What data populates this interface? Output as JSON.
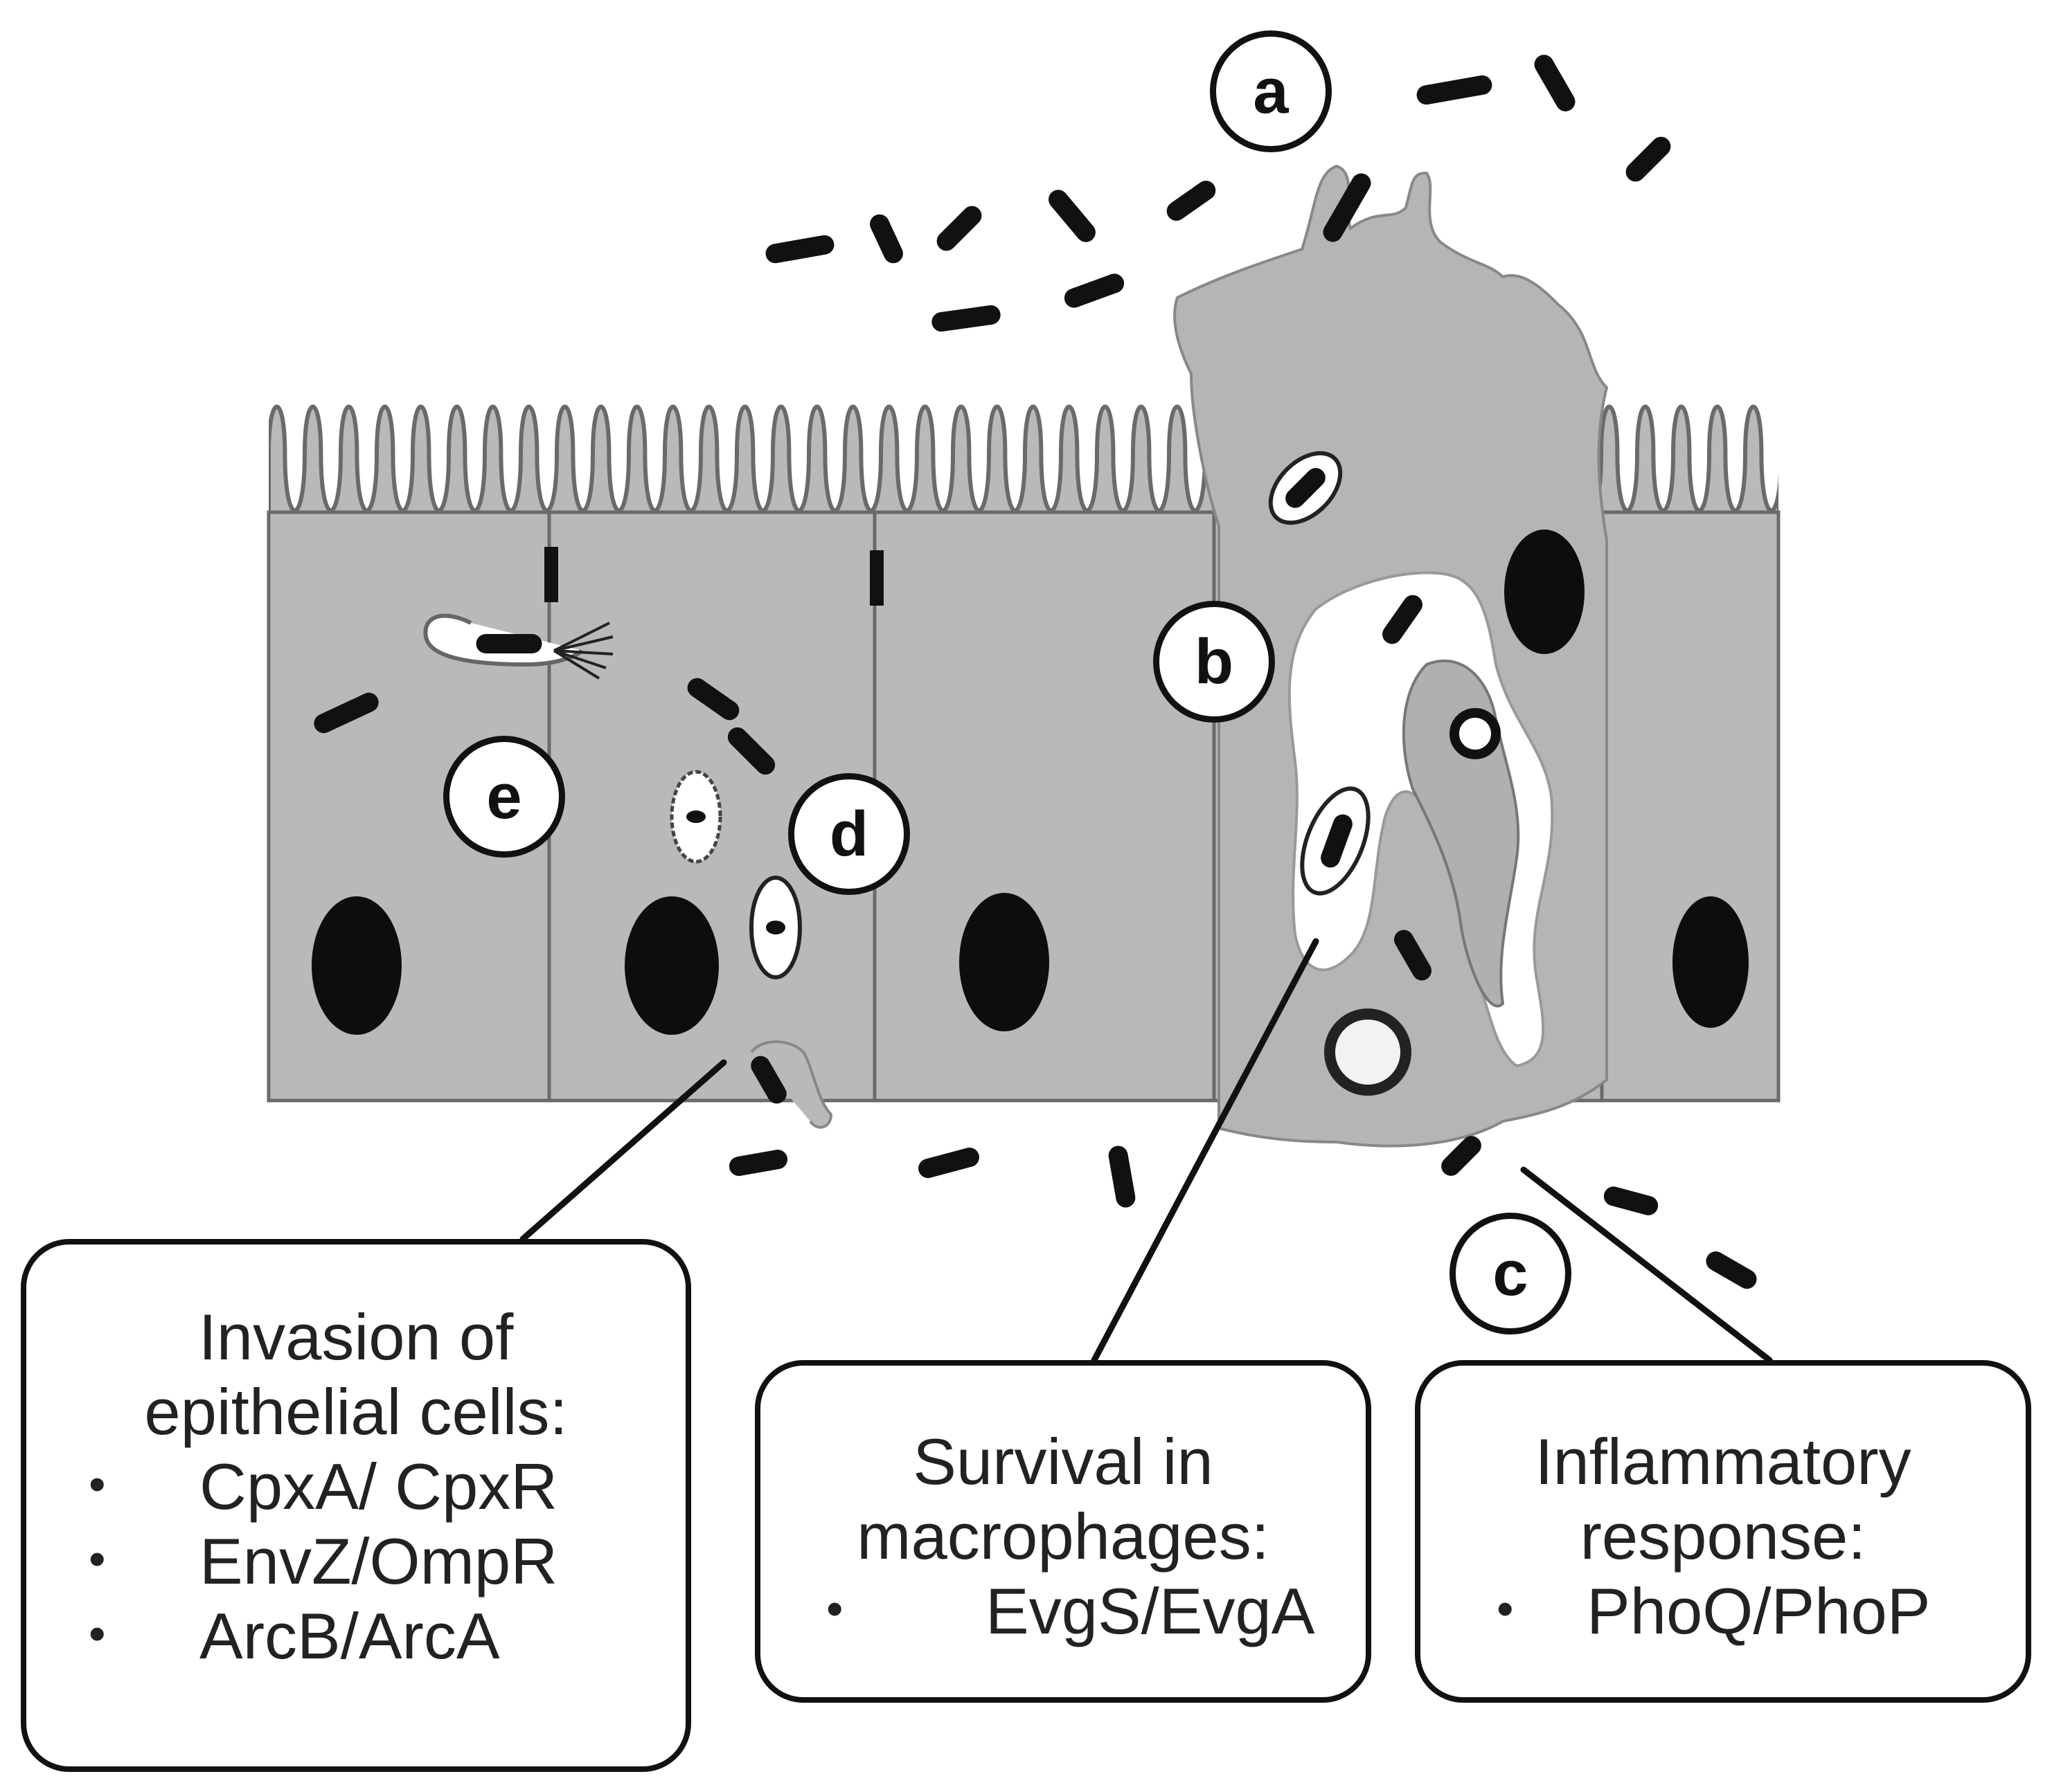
{
  "labels": {
    "a": "a",
    "b": "b",
    "c": "c",
    "d": "d",
    "e": "e"
  },
  "callouts": {
    "invasion": {
      "title_line1": "Invasion of",
      "title_line2": "epithelial cells:",
      "items": [
        "CpxA/ CpxR",
        "EnvZ/OmpR",
        "ArcB/ArcA"
      ]
    },
    "survival": {
      "title_line1": "Survival in",
      "title_line2": "macrophages:",
      "items": [
        "EvgS/EvgA"
      ]
    },
    "inflammatory": {
      "title_line1": "Inflammatory",
      "title_line2": "response:",
      "items": [
        "PhoQ/PhoP"
      ]
    }
  },
  "bullet_char": "•",
  "colors": {
    "cell_fill": "#b9b9b9",
    "cell_stroke": "#555555",
    "bacterium": "#111111",
    "nucleus": "#0d0d0d"
  }
}
